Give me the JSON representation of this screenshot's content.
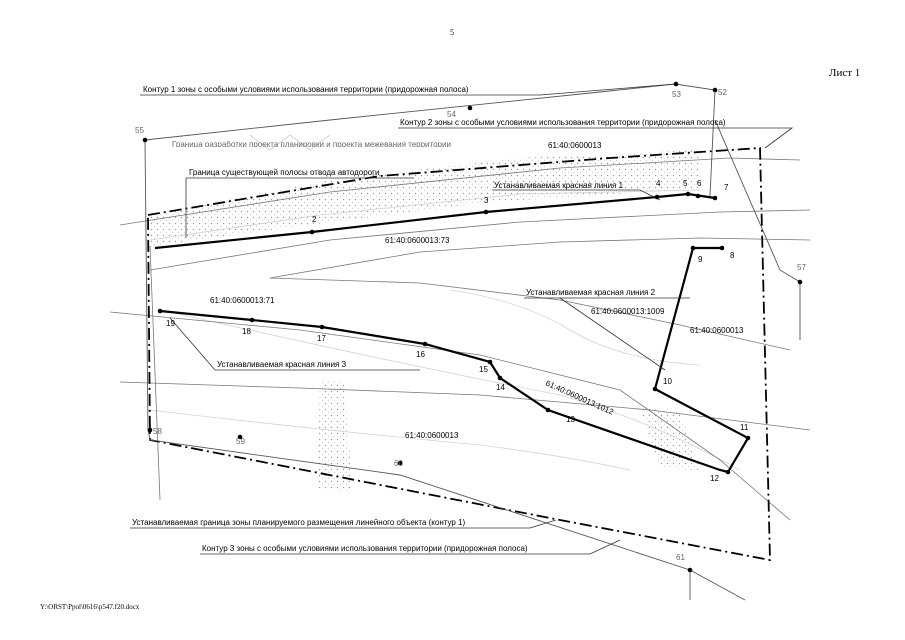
{
  "page": {
    "page_number": "5",
    "sheet_label": "Лист 1",
    "file_path": "Y:\\ORST\\Ppol\\0616\\p547.f20.docx"
  },
  "callouts": {
    "contour1": "Контур 1 зоны с особыми условиями использования территории (придорожная полоса)",
    "contour2": "Контур 2 зоны с особыми условиями использования территории (придорожная полоса)",
    "contour3": "Контур 3 зоны с особыми условиями использования территории (придорожная полоса)",
    "row_boundary": "Граница существующей полосы отвода автодороги",
    "red_line_1": "Устанавливаемая красная линия 1",
    "red_line_2": "Устанавливаемая красная линия 2",
    "red_line_3": "Устанавливаемая красная линия 3",
    "zone_boundary": "Устанавливаемая граница зоны планируемого размещения линейного объекта (контур 1)",
    "partial_text": "Граница разработки проекта планировки и проекта межевания территории"
  },
  "parcels": [
    {
      "id": "p_top",
      "label": "61:40:0600013"
    },
    {
      "id": "p_73",
      "label": "61:40:0600013:73"
    },
    {
      "id": "p_71",
      "label": "61:40:0600013:71"
    },
    {
      "id": "p_1009",
      "label": "61:40:0600013:1009"
    },
    {
      "id": "p_right",
      "label": "61:40:0600013"
    },
    {
      "id": "p_1012",
      "label": "61:40:0600013:1012"
    },
    {
      "id": "p_bottom",
      "label": "61:40:0600013"
    }
  ],
  "points": [
    {
      "n": "2"
    },
    {
      "n": "3"
    },
    {
      "n": "4"
    },
    {
      "n": "5"
    },
    {
      "n": "6"
    },
    {
      "n": "7"
    },
    {
      "n": "8"
    },
    {
      "n": "9"
    },
    {
      "n": "10"
    },
    {
      "n": "11"
    },
    {
      "n": "12"
    },
    {
      "n": "13"
    },
    {
      "n": "14"
    },
    {
      "n": "15"
    },
    {
      "n": "16"
    },
    {
      "n": "17"
    },
    {
      "n": "18"
    },
    {
      "n": "19"
    },
    {
      "n": "52"
    },
    {
      "n": "53"
    },
    {
      "n": "54"
    },
    {
      "n": "55"
    },
    {
      "n": "57"
    },
    {
      "n": "58"
    },
    {
      "n": "59"
    },
    {
      "n": "60"
    },
    {
      "n": "61"
    }
  ],
  "colors": {
    "line": "#000000",
    "thin_line": "#555555",
    "faint": "#9a9a9a",
    "hatch": "#bdbdbd"
  }
}
